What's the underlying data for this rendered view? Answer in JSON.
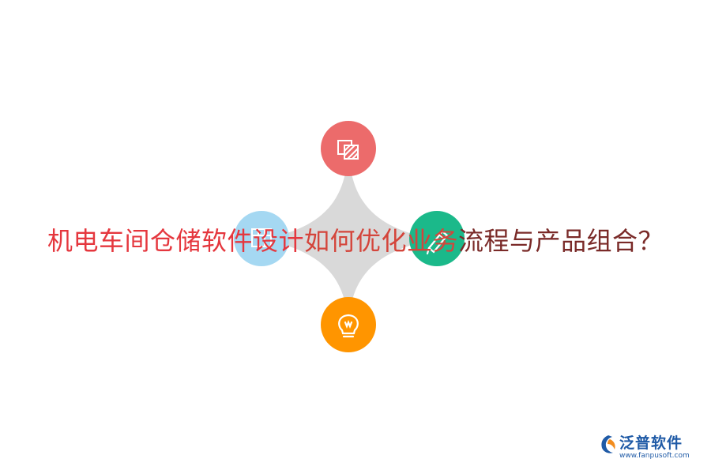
{
  "headline": {
    "part1": "机电车间仓储软件设计",
    "part2": "如何优化业务",
    "part3": "流程与产品组合？"
  },
  "colors": {
    "connector": "#d9d9d9",
    "node_top": "#ec6b6b",
    "node_left": "#a5d8f2",
    "node_right": "#1bb98a",
    "node_bottom": "#ff9500",
    "icon_stroke": "#ffffff"
  },
  "nodes": [
    {
      "position": "top",
      "icon": "striped-squares-icon"
    },
    {
      "position": "left",
      "icon": "columns-grid-icon"
    },
    {
      "position": "right",
      "icon": "pencil-icon"
    },
    {
      "position": "bottom",
      "icon": "lightbulb-icon"
    }
  ],
  "logo": {
    "name": "泛普软件",
    "url": "www.fanpusoft.com"
  }
}
